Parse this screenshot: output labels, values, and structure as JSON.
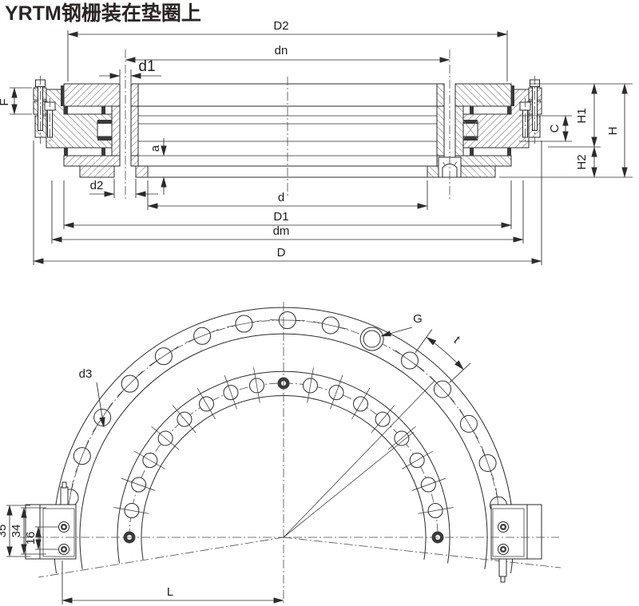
{
  "title": "YRTM钢栅装在垫圈上",
  "section_view": {
    "description": "bearing cross-section with dimension labels",
    "dims": {
      "D2": "D2",
      "dn": "dn",
      "d1": "d1",
      "F": "F",
      "a": "a",
      "d2": "d2",
      "d": "d",
      "D1": "D1",
      "dm": "dm",
      "D": "D",
      "C": "C",
      "H1": "H1",
      "H2": "H2",
      "H": "H"
    }
  },
  "plan_view": {
    "description": "half plan view with bolt circles and measuring heads",
    "dims": {
      "G": "G",
      "t": "t",
      "d3": "d3",
      "L": "L",
      "block_height": "35",
      "block_inner_height": "34",
      "screw_spacing": "16"
    },
    "outer_holes": {
      "start_angle": 8.5,
      "step": 11.5,
      "count": 15,
      "radius": 10.5,
      "circle_R": 272,
      "g_hole_index": 5
    },
    "inner_holes": {
      "start_angle": 0,
      "step": 10,
      "count": 19,
      "radius": 9,
      "circle_R": 193,
      "filled_angles": [
        0,
        90,
        180
      ]
    }
  },
  "colors": {
    "line": "#2b2b2b",
    "dark_fill": "#3a3a3a",
    "background": "#ffffff",
    "title": "#2b2523"
  }
}
